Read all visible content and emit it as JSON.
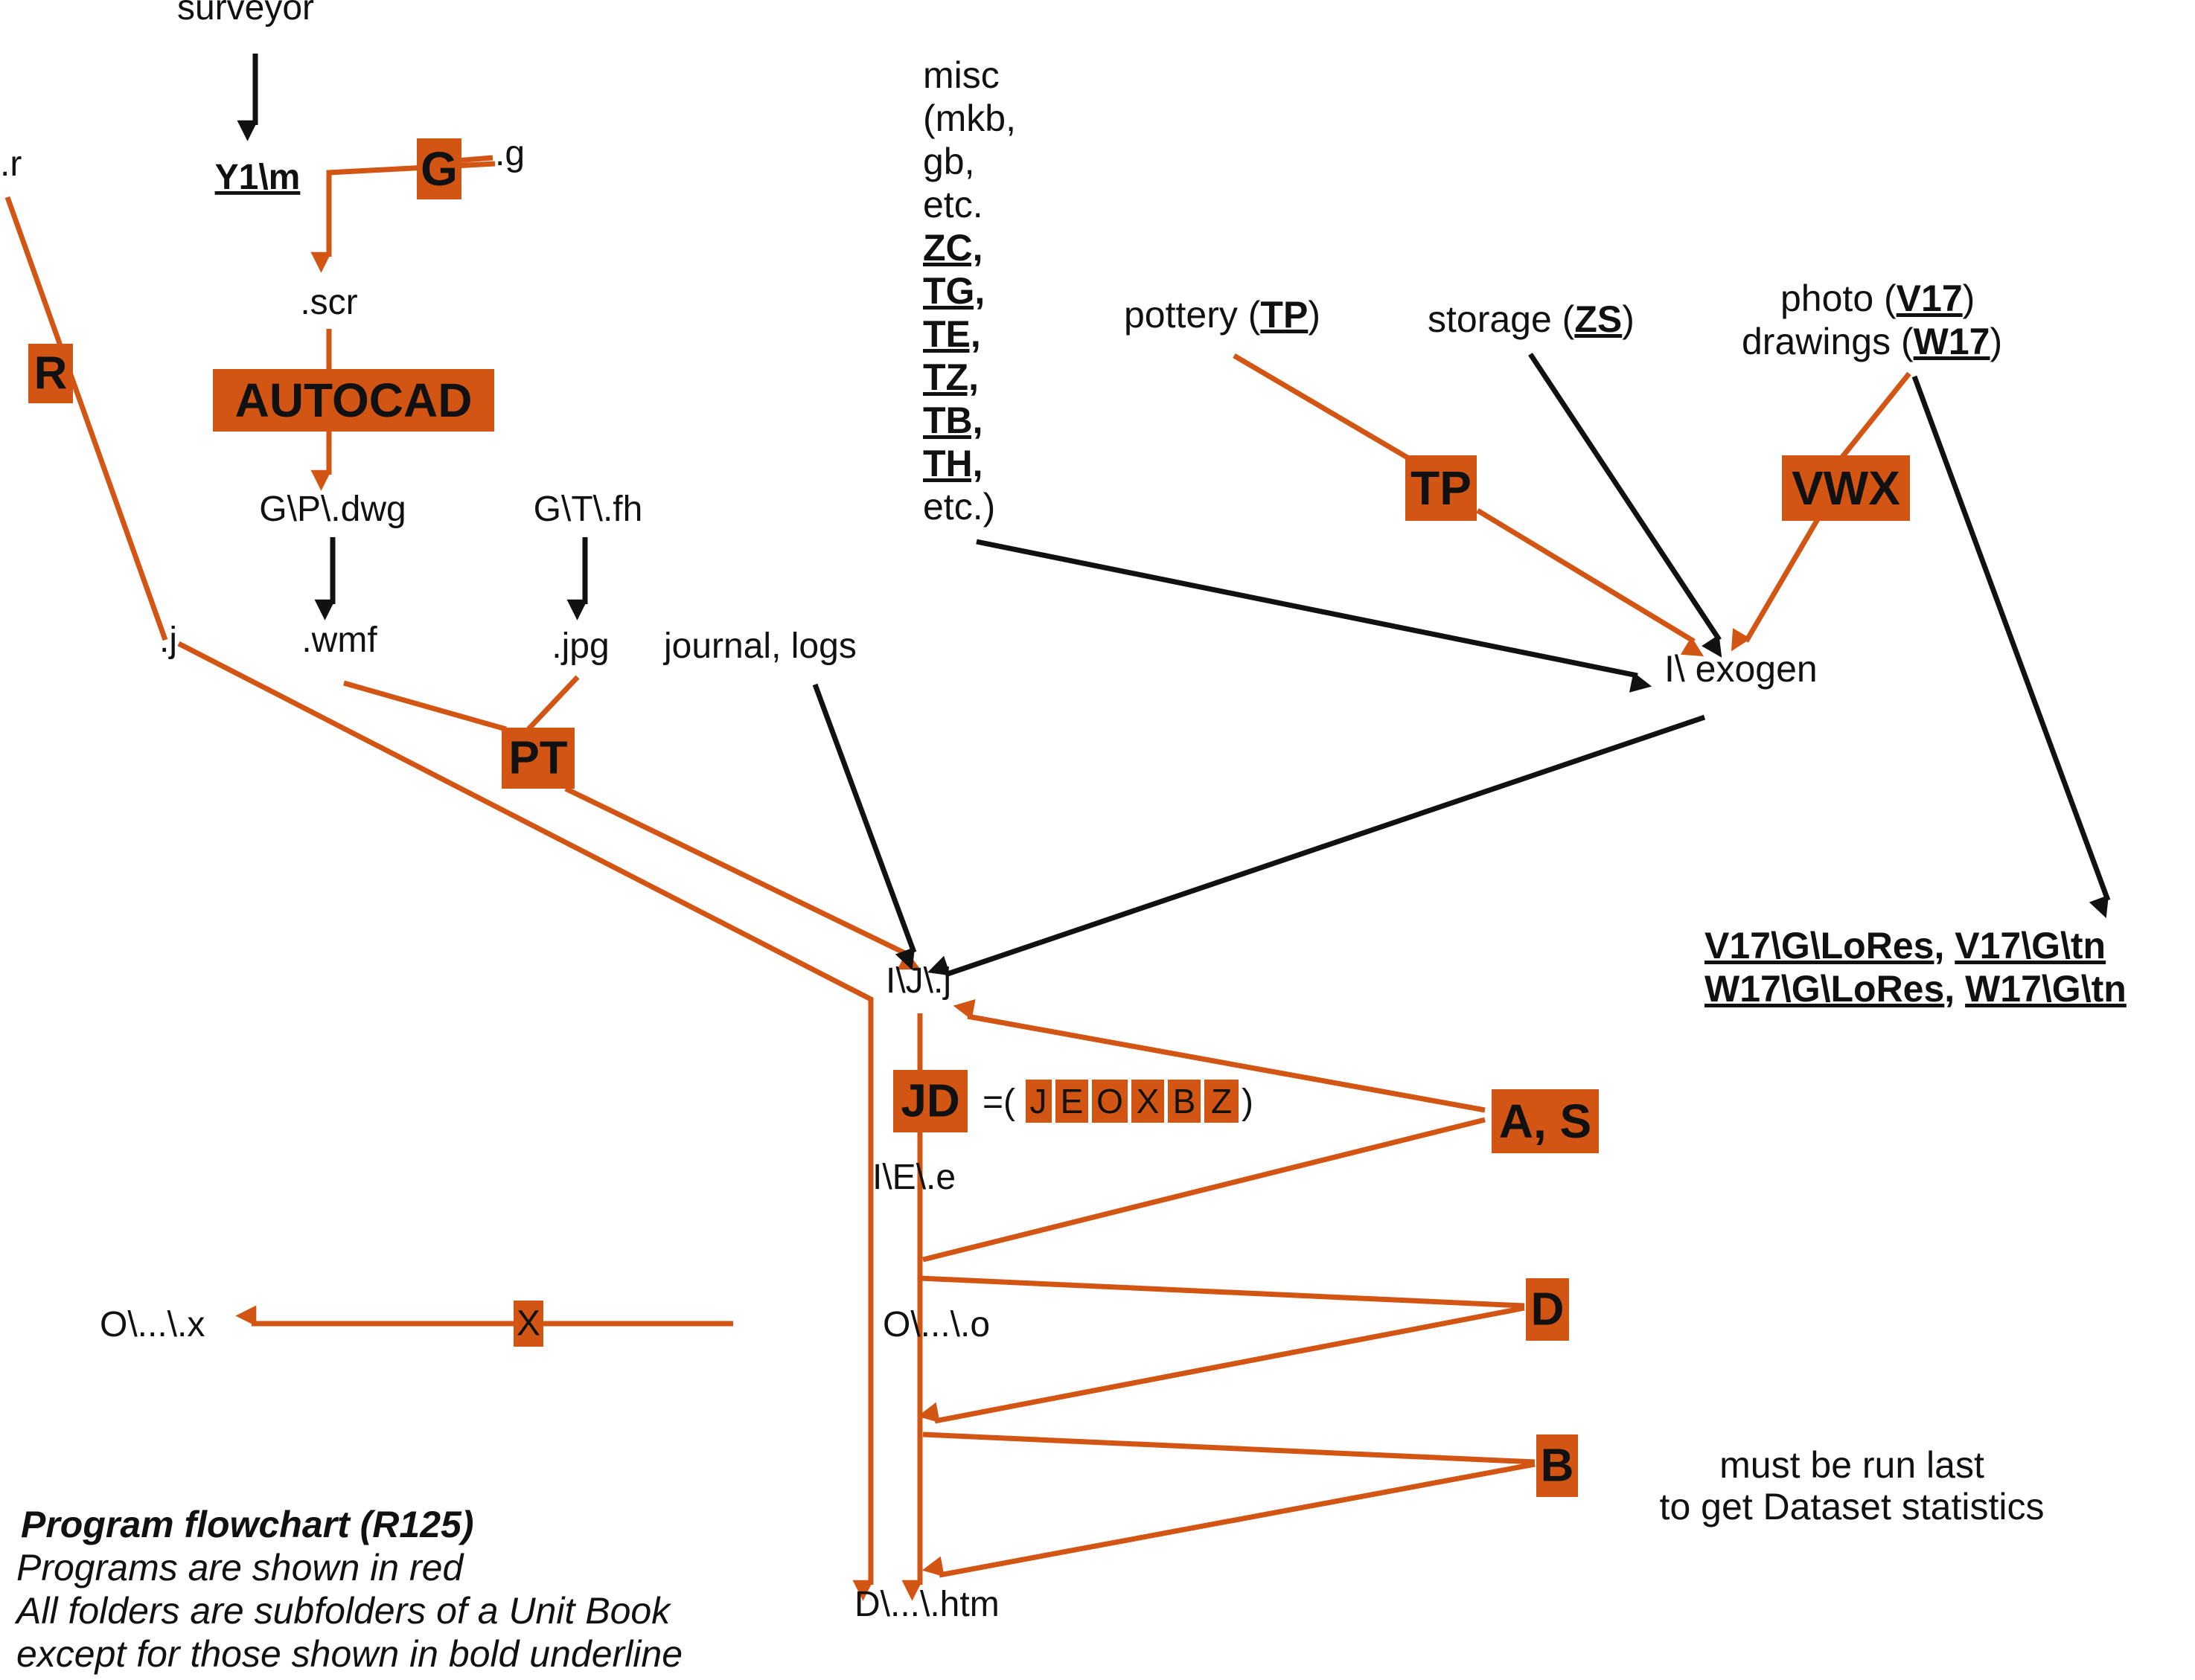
{
  "colors": {
    "program": "#d35514",
    "line_black": "#111111",
    "text": "#111111",
    "background": "#ffffff"
  },
  "nodes": {
    "surveyor": "surveyor",
    "y1m": "Y1\\m",
    "g_ext": ".g",
    "r_ext": ".r",
    "scr": ".scr",
    "dwg": "G\\P\\.dwg",
    "fh": "G\\T\\.fh",
    "wmf": ".wmf",
    "jpg": ".jpg",
    "j_ext": ".j",
    "journal": "journal, logs",
    "misc": [
      "misc",
      "(mkb,",
      "gb,",
      "etc."
    ],
    "misc_bold": [
      "ZC,",
      "TG,",
      "TE,",
      "TZ,",
      "TB,",
      "TH,"
    ],
    "misc_end": "etc.)",
    "pottery": "pottery (",
    "pottery_code": "TP",
    "storage": "storage (",
    "storage_code": "ZS",
    "photo": "photo (",
    "photo_code": "V17",
    "drawings": "drawings (",
    "drawings_code": "W17",
    "close_paren": ")",
    "exogen": "I\\ exogen",
    "lores_line1_a": "V17\\G\\LoRes",
    "lores_line1_b": "V17\\G\\tn",
    "lores_line2_a": "W17\\G\\LoRes",
    "lores_line2_b": "W17\\G\\tn",
    "comma": ",",
    "ij": "I\\J\\.j",
    "jd_equals": "=(",
    "jd_close": ")",
    "ie": "I\\E\\.e",
    "oo": "O\\...\\.o",
    "ox": "O\\...\\.x",
    "htm": "D\\...\\.htm",
    "note_line1": "must be run last",
    "note_line2": "to get Dataset statistics"
  },
  "programs": {
    "g": "G",
    "r": "R",
    "autocad": "AUTOCAD",
    "pt": "PT",
    "tp": "TP",
    "vwx": "VWX",
    "jd": "JD",
    "jd_subs": [
      "J",
      "E",
      "O",
      "X",
      "B",
      "Z"
    ],
    "as": "A, S",
    "d": "D",
    "b": "B",
    "x": "X"
  },
  "caption": {
    "title": "Program flowchart (R125)",
    "line1": "Programs are shown in red",
    "line2": "All folders are subfolders of a Unit Book",
    "line3": "except for those shown in bold underline"
  }
}
